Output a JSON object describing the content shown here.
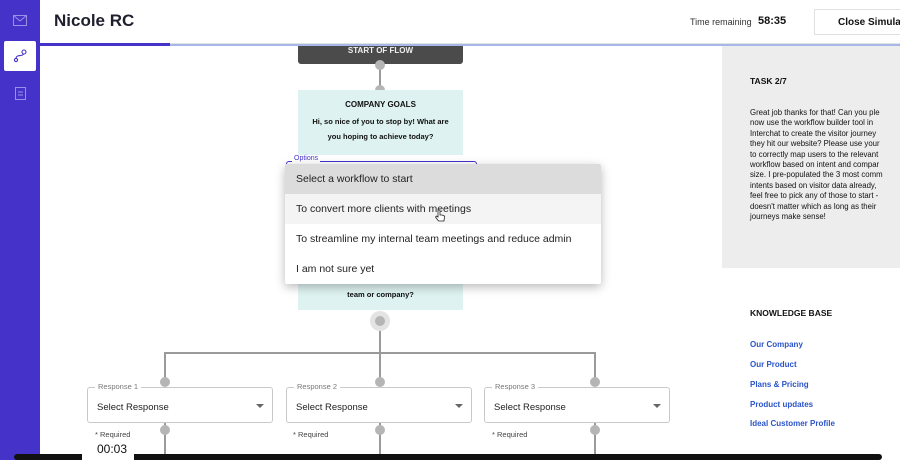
{
  "header": {
    "user_name": "Nicole RC",
    "time_label": "Time remaining",
    "time_value": "58:35",
    "close_label": "Close Simulat"
  },
  "rail": {
    "items": [
      {
        "icon": "mail-icon",
        "active": false
      },
      {
        "icon": "workflow-icon",
        "active": true
      },
      {
        "icon": "document-icon",
        "active": false
      }
    ]
  },
  "flow": {
    "start_label": "START OF FLOW",
    "goals_title": "COMPANY GOALS",
    "goals_message": "Hi, so nice of you to stop by! What are you hoping to achieve today?",
    "options_label": "Options",
    "question_text": "team or company?",
    "dropdown_items": [
      "Select a workflow to start",
      "To convert more clients with meetings",
      "To streamline my internal team meetings and reduce admin",
      "I am not sure yet"
    ],
    "responses": [
      {
        "label": "Response 1",
        "value": "Select Response",
        "required": "* Required"
      },
      {
        "label": "Response 2",
        "value": "Select Response",
        "required": "* Required"
      },
      {
        "label": "Response 3",
        "value": "Select Response",
        "required": "* Required"
      }
    ]
  },
  "task": {
    "title": "TASK 2/7",
    "body_lines": [
      "Great job thanks for that! Can you ple",
      "now use the workflow builder tool in",
      "Interchat to create the visitor journey",
      "they hit our website? Please use your",
      "to correctly map users to the relevant",
      "workflow based on intent and compar",
      "size. I pre-populated the 3 most comm",
      "intents based on visitor data already,",
      "feel free to pick any of those to start -",
      "doesn't matter which as long as their",
      "journeys make sense!"
    ]
  },
  "knowledge_base": {
    "title": "KNOWLEDGE BASE",
    "links": [
      "Our Company",
      "Our Product",
      "Plans & Pricing",
      "Product updates",
      "Ideal Customer Profile"
    ]
  },
  "video": {
    "timestamp": "00:03"
  },
  "colors": {
    "accent": "#4533c9",
    "node_bg": "#def3f1",
    "link": "#2a54c8"
  }
}
